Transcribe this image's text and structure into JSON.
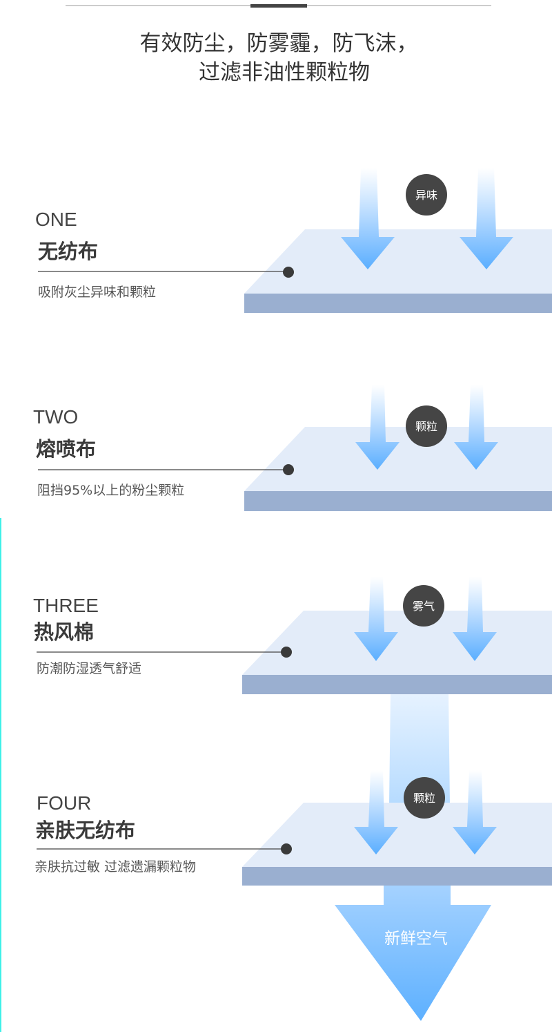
{
  "header": {
    "line1": "有效防尘，防雾霾，防飞沫，",
    "line2": "过滤非油性颗粒物"
  },
  "layers": [
    {
      "number": "ONE",
      "name": "无纺布",
      "description": "吸附灰尘异味和颗粒",
      "badge": "异味"
    },
    {
      "number": "TWO",
      "name": "熔喷布",
      "description": "阻挡95%以上的粉尘颗粒",
      "badge": "颗粒"
    },
    {
      "number": "THREE",
      "name": "热风棉",
      "description": "防潮防湿透气舒适",
      "badge": "雾气"
    },
    {
      "number": "FOUR",
      "name": "亲肤无纺布",
      "description": "亲肤抗过敏 过滤遗漏颗粒物",
      "badge": "颗粒"
    }
  ],
  "output": {
    "label": "新鲜空气"
  },
  "colors": {
    "face": "#e3ecf9",
    "slab": "#9aafd0",
    "arrow": "#5aaeff",
    "badge": "#454545"
  }
}
